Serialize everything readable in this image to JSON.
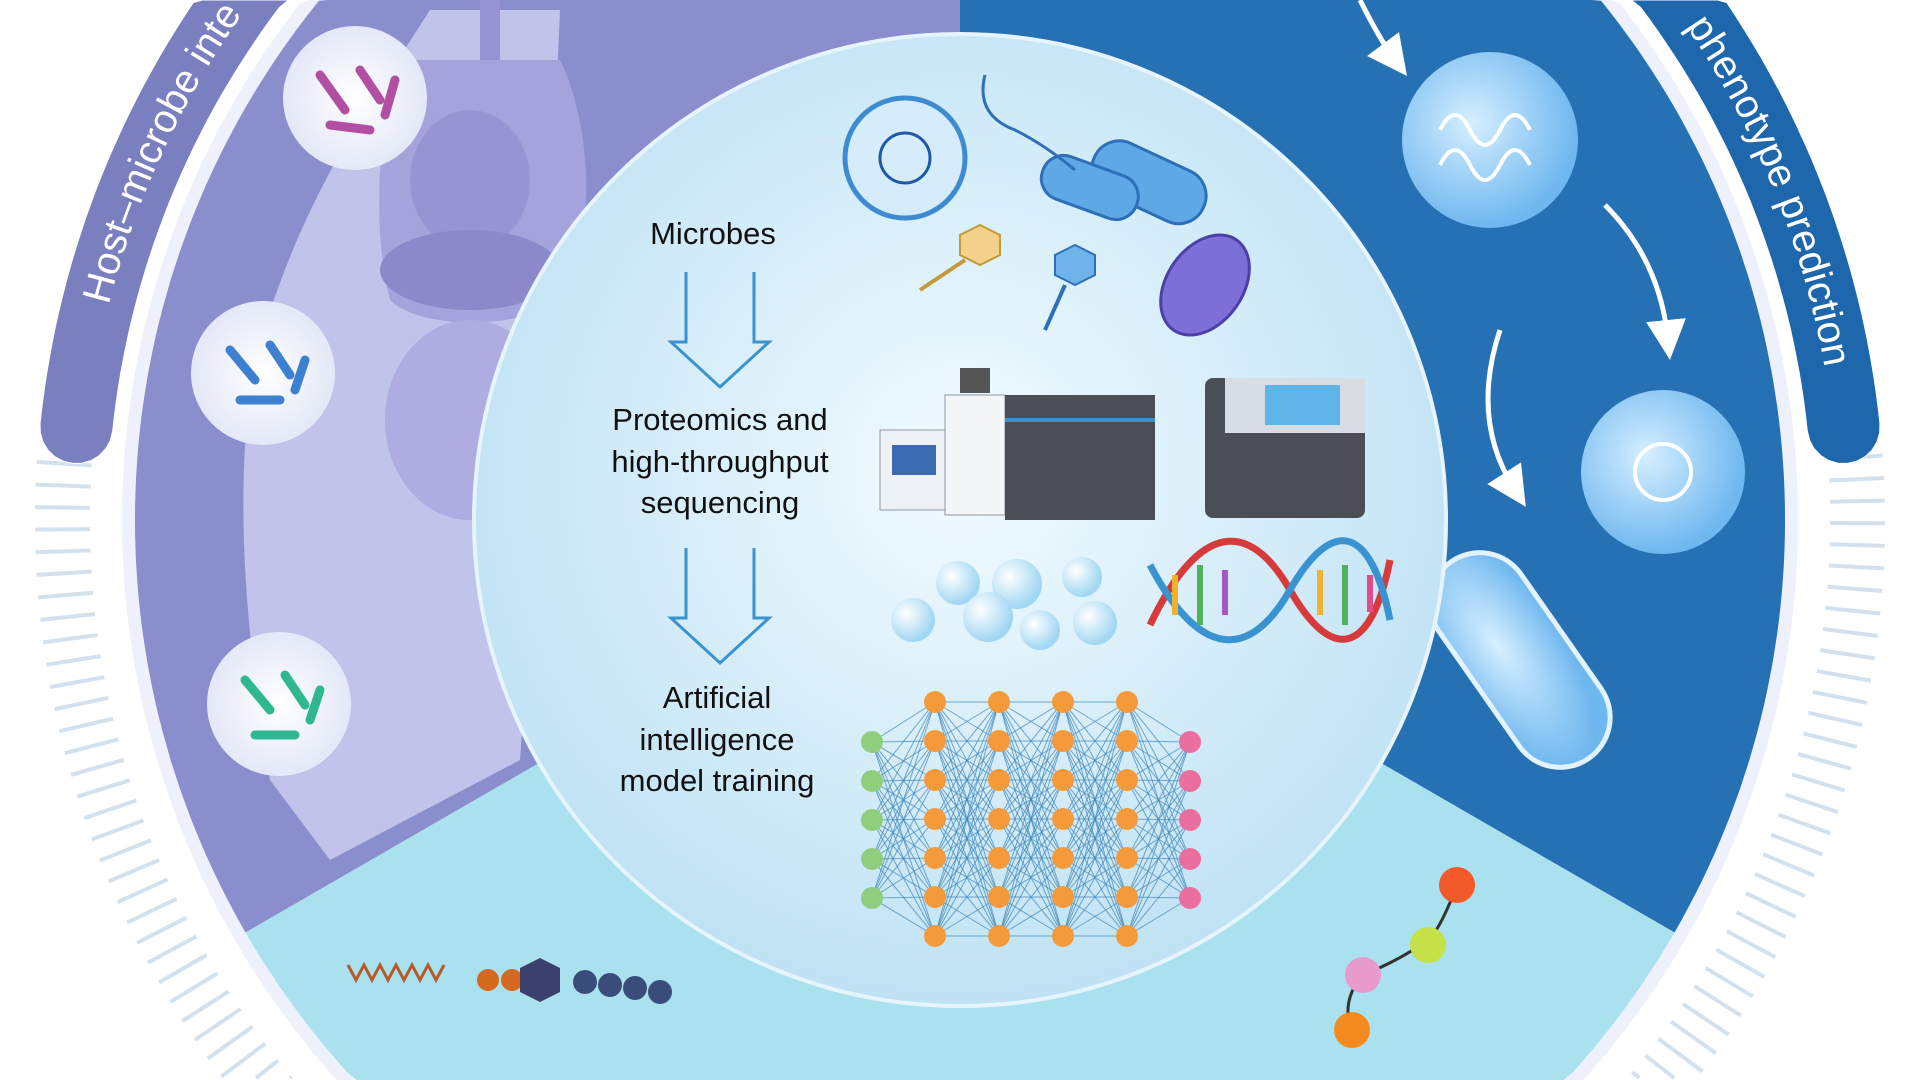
{
  "figure": {
    "arc_labels": {
      "left": "Host–microbe inte",
      "right": "phenotype prediction"
    },
    "center": {
      "step1": "Microbes",
      "step2_lines": [
        "Proteomics and",
        "high-throughput",
        "sequencing"
      ],
      "step3_lines": [
        "Artificial",
        "intelligence",
        "model training"
      ]
    },
    "colors": {
      "purple_sector": "#8a8ecd",
      "purple_band": "#7a7fc0",
      "blue_sector": "#2571b3",
      "blue_band": "#1f67ad",
      "cyan_sector": "#a9e2ee",
      "center_light": "#eaf7fd",
      "center_edge": "#bfe2f4",
      "nn_input": "#8fce7c",
      "nn_hidden": "#f59a3a",
      "nn_output": "#ec6e9e"
    }
  }
}
